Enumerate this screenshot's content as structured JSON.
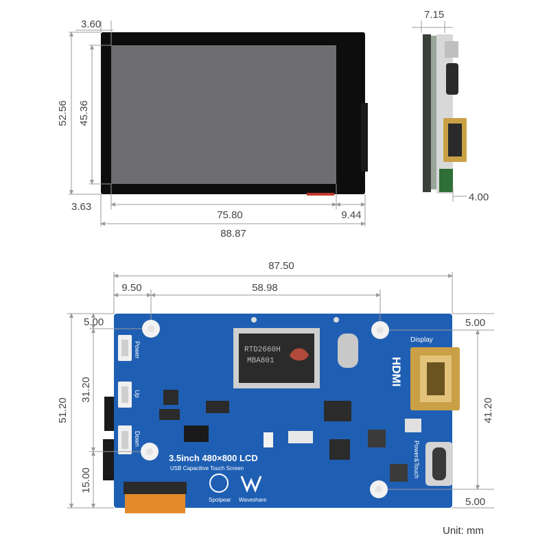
{
  "front_view": {
    "dims": {
      "border_left": "3.60",
      "height_total": "52.56",
      "height_active": "45.36",
      "border_bottom": "3.63",
      "width_active": "75.80",
      "border_right": "9.44",
      "width_total": "88.87"
    }
  },
  "side_view": {
    "dims": {
      "thickness": "7.15",
      "offset": "4.00"
    }
  },
  "back_view": {
    "dims": {
      "width_total": "87.50",
      "hole_offset_left": "9.50",
      "hole_spacing_x": "58.98",
      "height_total": "51.20",
      "hole_top_left": "5.00",
      "hole_spacing_y_left": "31.20",
      "hole_bottom_left": "15.00",
      "hole_top_right": "5.00",
      "hole_spacing_y_right": "41.20",
      "hole_bottom_right": "5.00"
    },
    "labels": {
      "power": "Power",
      "up": "Up",
      "down": "Down",
      "display": "Display",
      "hdmi": "HDMI",
      "power_touch": "Power&Touch",
      "chip_line1": "RTD2660H",
      "chip_line2": "MBA801",
      "product_title": "3.5inch 480×800 LCD",
      "product_subtitle": "USB Capacitive Touch Screen",
      "brand_spotpear": "Spotpear",
      "brand_waveshare": "Waveshare"
    }
  },
  "unit_label": "Unit: mm",
  "colors": {
    "pcb": "#1f5fb3",
    "bezel": "#0d0d0d",
    "screen": "#6e6e70",
    "gold": "#c9a045",
    "ribbon": "#e58a2a"
  }
}
